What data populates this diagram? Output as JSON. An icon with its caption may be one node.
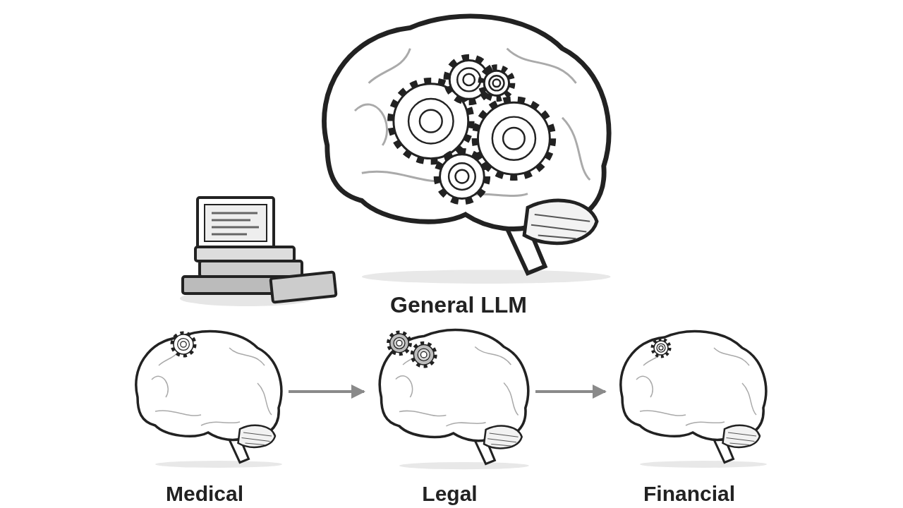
{
  "diagram": {
    "nodes": [
      {
        "text": [
          "General LLM"
        ]
      },
      {
        "text": [
          "Medical"
        ]
      },
      {
        "text": [
          "Legal"
        ]
      },
      {
        "text": [
          "Financial"
        ]
      }
    ],
    "edges": [
      {
        "from": 1,
        "to": 2,
        "arrow": "to",
        "color": "#8a8a8a"
      },
      {
        "from": 2,
        "to": 3,
        "arrow": "to",
        "color": "#8a8a8a"
      }
    ]
  }
}
